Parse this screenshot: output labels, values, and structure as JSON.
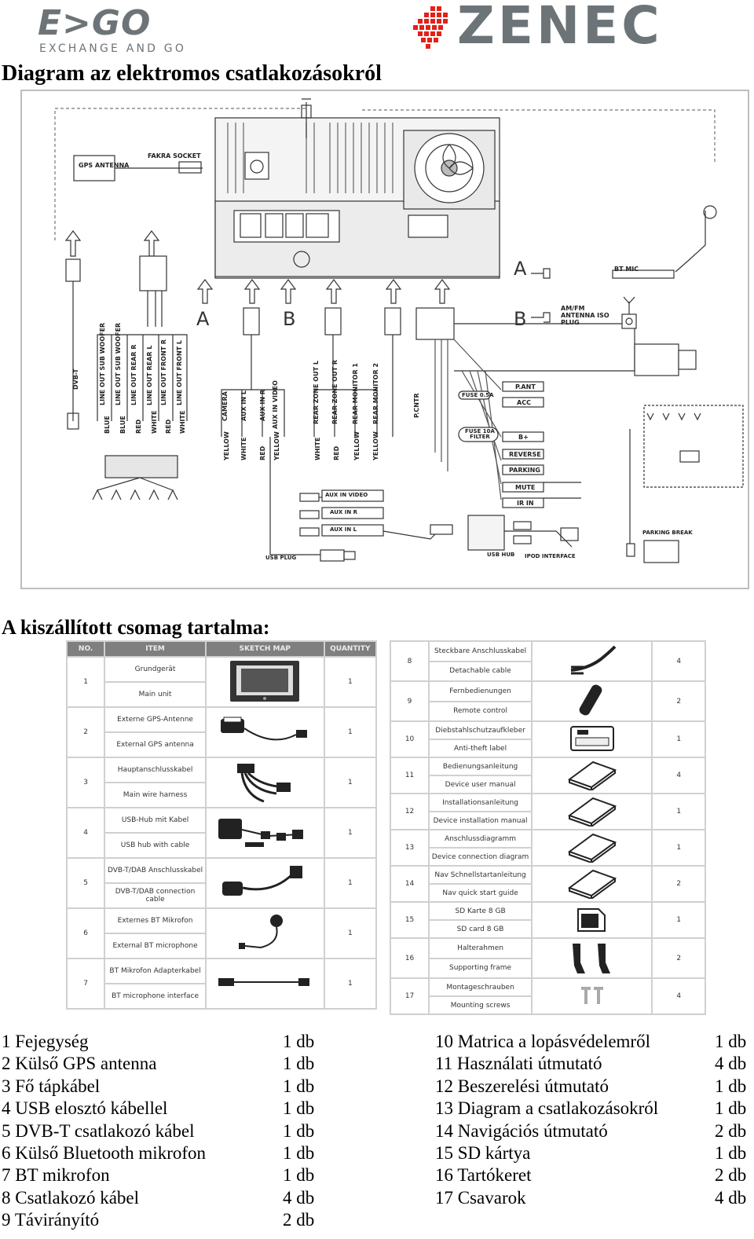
{
  "logos": {
    "left_word": "E>GO",
    "left_tagline": "EXCHANGE AND GO",
    "right_word": "ZENEC",
    "accent_color": "#e32119",
    "logo_gray": "#6d7478"
  },
  "diagram_title": "Diagram az elektromos csatlakozásokról",
  "wiring": {
    "gps_antenna": "GPS ANTENNA",
    "fakra_socket": "FAKRA SOCKET",
    "bt_mic": "BT MIC",
    "amfm": "AM/FM ANTENNA ISO PLUG",
    "label_a": "A",
    "label_b": "B",
    "dvbt": "DVB-T",
    "lineouts": [
      "LINE OUT SUB WOOFER",
      "LINE OUT SUB WOOFER",
      "LINE OUT REAR R",
      "LINE OUT REAR L",
      "LINE OUT FRONT R",
      "LINE OUT FRONT L"
    ],
    "line_colors": [
      "BLUE",
      "BLUE",
      "RED",
      "WHITE",
      "RED",
      "WHITE"
    ],
    "aux_group": [
      "CAMERA",
      "AUX IN L",
      "AUX IN R",
      "AUX IN VIDEO"
    ],
    "aux_colors": [
      "YELLOW",
      "WHITE",
      "RED",
      "YELLOW"
    ],
    "rear_group": [
      "REAR ZONE OUT L",
      "REAR ZONE OUT R",
      "REAR MONITOR 1",
      "REAR MONITOR 2"
    ],
    "rear_colors": [
      "WHITE",
      "RED",
      "YELLOW",
      "YELLOW"
    ],
    "p_cntr": "P.CNTR",
    "fuse_small": "FUSE 0.5A",
    "fuse_big": "FUSE 10A FILTER",
    "power_labels": [
      "P.ANT",
      "ACC",
      "B+",
      "REVERSE",
      "PARKING",
      "MUTE",
      "IR IN"
    ],
    "aux_bottom": [
      "AUX IN VIDEO",
      "AUX IN R",
      "AUX IN L"
    ],
    "usb_plug": "USB PLUG",
    "usb_hub": "USB HUB",
    "ipod": "IPOD INTERFACE",
    "parking_break": "PARKING BREAK"
  },
  "package_title": "A kiszállított csomag tartalma:",
  "package_table": {
    "headers": [
      "NO.",
      "ITEM",
      "SKETCH MAP",
      "QUANTITY"
    ],
    "left_rows": [
      {
        "no": "1",
        "de": "Grundgerät",
        "en": "Main unit",
        "qty": "1",
        "icon": "main-unit-icon"
      },
      {
        "no": "2",
        "de": "Externe GPS-Antenne",
        "en": "External GPS antenna",
        "qty": "1",
        "icon": "gps-antenna-icon"
      },
      {
        "no": "3",
        "de": "Hauptanschlusskabel",
        "en": "Main wire harness",
        "qty": "1",
        "icon": "wire-harness-icon"
      },
      {
        "no": "4",
        "de": "USB-Hub mit Kabel",
        "en": "USB hub with cable",
        "qty": "1",
        "icon": "usb-hub-icon"
      },
      {
        "no": "5",
        "de": "DVB-T/DAB Anschlusskabel",
        "en": "DVB-T/DAB connection cable",
        "qty": "1",
        "icon": "dvbt-cable-icon"
      },
      {
        "no": "6",
        "de": "Externes BT Mikrofon",
        "en": "External BT microphone",
        "qty": "1",
        "icon": "bt-microphone-icon"
      },
      {
        "no": "7",
        "de": "BT Mikrofon Adapterkabel",
        "en": "BT microphone interface",
        "qty": "1",
        "icon": "mic-adapter-icon"
      }
    ],
    "right_rows": [
      {
        "no": "8",
        "de": "Steckbare Anschlusskabel",
        "en": "Detachable cable",
        "qty": "4",
        "icon": "detachable-cable-icon"
      },
      {
        "no": "9",
        "de": "Fernbedienungen",
        "en": "Remote control",
        "qty": "2",
        "icon": "remote-control-icon"
      },
      {
        "no": "10",
        "de": "Diebstahlschutzaufkleber",
        "en": "Anti-theft label",
        "qty": "1",
        "icon": "anti-theft-label-icon"
      },
      {
        "no": "11",
        "de": "Bedienungsanleitung",
        "en": "Device user manual",
        "qty": "4",
        "icon": "manual-icon"
      },
      {
        "no": "12",
        "de": "Installationsanleitung",
        "en": "Device installation manual",
        "qty": "1",
        "icon": "manual-icon"
      },
      {
        "no": "13",
        "de": "Anschlussdiagramm",
        "en": "Device connection diagram",
        "qty": "1",
        "icon": "manual-icon"
      },
      {
        "no": "14",
        "de": "Nav Schnellstartanleitung",
        "en": "Nav quick start guide",
        "qty": "2",
        "icon": "manual-icon"
      },
      {
        "no": "15",
        "de": "SD Karte 8 GB",
        "en": "SD card 8 GB",
        "qty": "1",
        "icon": "sd-card-icon"
      },
      {
        "no": "16",
        "de": "Halterahmen",
        "en": "Supporting frame",
        "qty": "2",
        "icon": "supporting-frame-icon"
      },
      {
        "no": "17",
        "de": "Montageschrauben",
        "en": "Mounting screws",
        "qty": "4",
        "icon": "screws-icon"
      }
    ]
  },
  "contents_left": [
    {
      "name": "1 Fejegység",
      "qty": "1 db"
    },
    {
      "name": "2 Külső GPS antenna",
      "qty": "1 db"
    },
    {
      "name": "3 Fő tápkábel",
      "qty": "1 db"
    },
    {
      "name": "4 USB elosztó kábellel",
      "qty": "1 db"
    },
    {
      "name": "5 DVB-T csatlakozó kábel",
      "qty": "1 db"
    },
    {
      "name": "6 Külső Bluetooth mikrofon",
      "qty": "1 db"
    },
    {
      "name": "7 BT mikrofon",
      "qty": "1 db"
    },
    {
      "name": "8 Csatlakozó kábel",
      "qty": "4 db"
    },
    {
      "name": "9 Távirányító",
      "qty": "2 db"
    }
  ],
  "contents_right": [
    {
      "name": "10 Matrica a lopásvédelemről",
      "qty": "1 db"
    },
    {
      "name": "11 Használati útmutató",
      "qty": "4 db"
    },
    {
      "name": "12 Beszerelési útmutató",
      "qty": "1 db"
    },
    {
      "name": "13 Diagram a csatlakozásokról",
      "qty": "1 db"
    },
    {
      "name": "14 Navigációs útmutató",
      "qty": "2 db"
    },
    {
      "name": "15 SD kártya",
      "qty": "1 db"
    },
    {
      "name": "16 Tartókeret",
      "qty": "2 db"
    },
    {
      "name": "17 Csavarok",
      "qty": "4 db"
    }
  ]
}
